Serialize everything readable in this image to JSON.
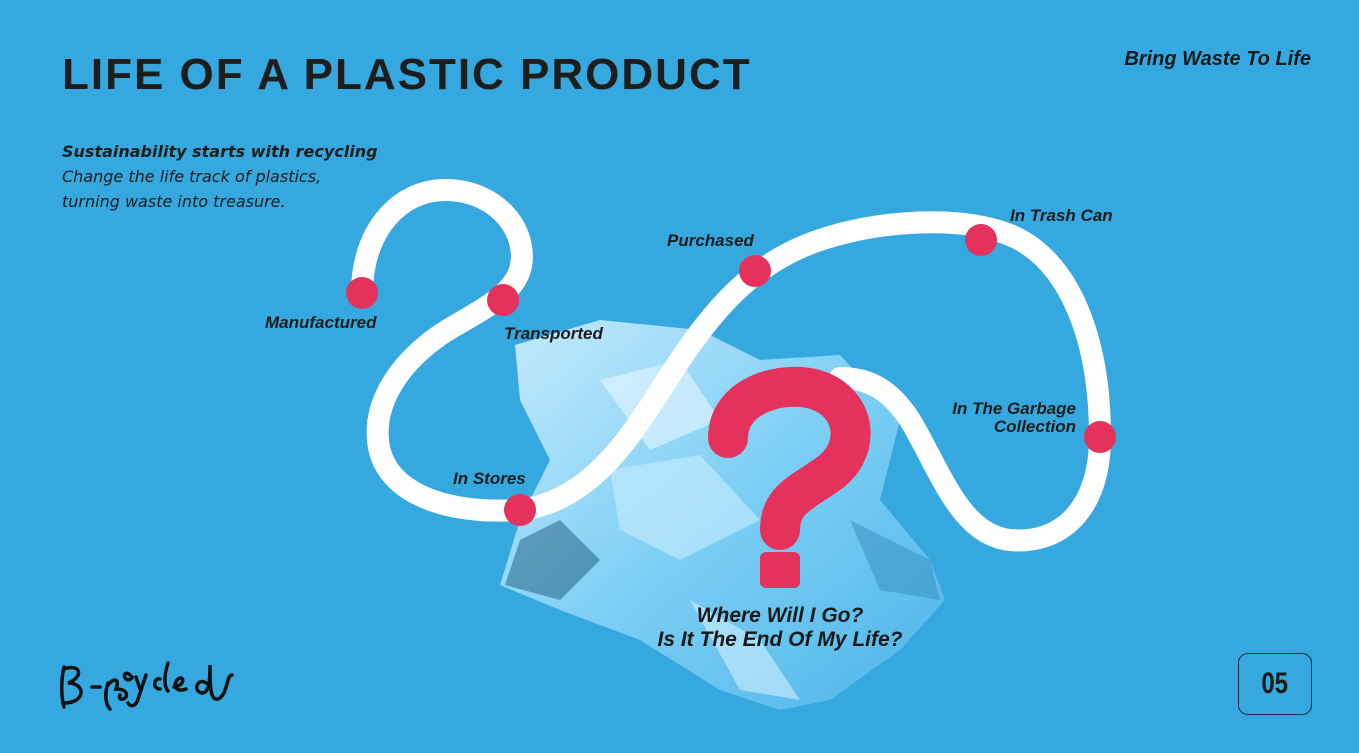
{
  "title": "LIFE OF A PLASTIC PRODUCT",
  "tagline": "Bring Waste To Life",
  "subhead": {
    "bold": "Sustainability starts with recycling",
    "line1": "Change the life track of plastics,",
    "line2": "turning waste into treasure."
  },
  "stages": [
    {
      "label": "Manufactured"
    },
    {
      "label": "Transported"
    },
    {
      "label": "In Stores"
    },
    {
      "label": "Purchased"
    },
    {
      "label": "In Trash Can"
    },
    {
      "label": "In The Garbage",
      "label2": "Collection"
    }
  ],
  "question": {
    "line1": "Where Will I Go?",
    "line2": "Is It The End Of My Life?"
  },
  "logo": "B-recycled",
  "page_number": "05",
  "colors": {
    "background": "#35a8e0",
    "accent": "#e5325c",
    "track": "#ffffff"
  }
}
